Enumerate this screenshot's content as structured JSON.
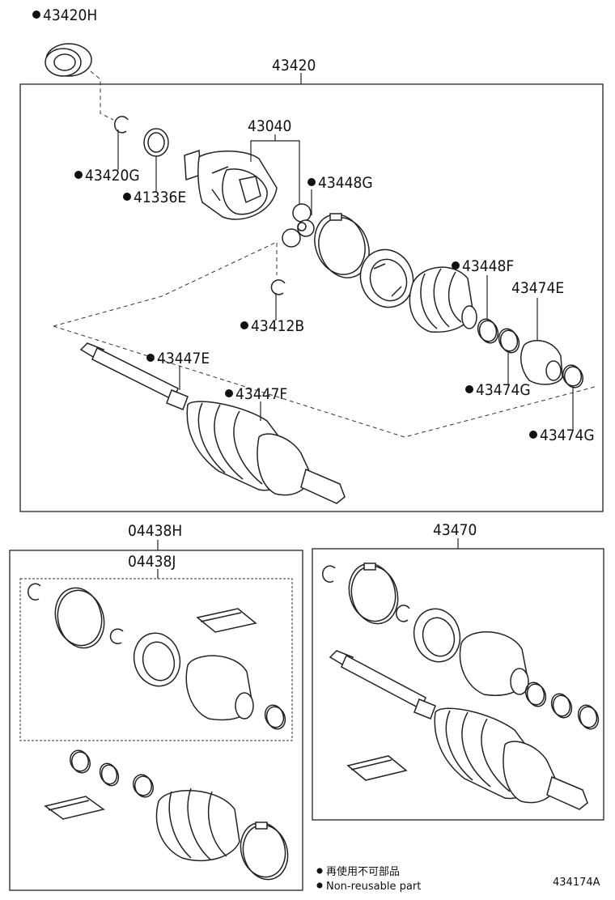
{
  "labels": {
    "p43420H": "43420H",
    "p43420": "43420",
    "p43040": "43040",
    "p43420G": "43420G",
    "p41336E": "41336E",
    "p43448G": "43448G",
    "p43448F": "43448F",
    "p43474E": "43474E",
    "p43412B": "43412B",
    "p43447E": "43447E",
    "p43447F": "43447F",
    "p43474G_a": "43474G",
    "p43474G_b": "43474G",
    "p04438H": "04438H",
    "p04438J": "04438J",
    "p43470": "43470"
  },
  "legend": {
    "jp": "再使用不可部品",
    "en": "Non-reusable part"
  },
  "figure_id": "434174A"
}
